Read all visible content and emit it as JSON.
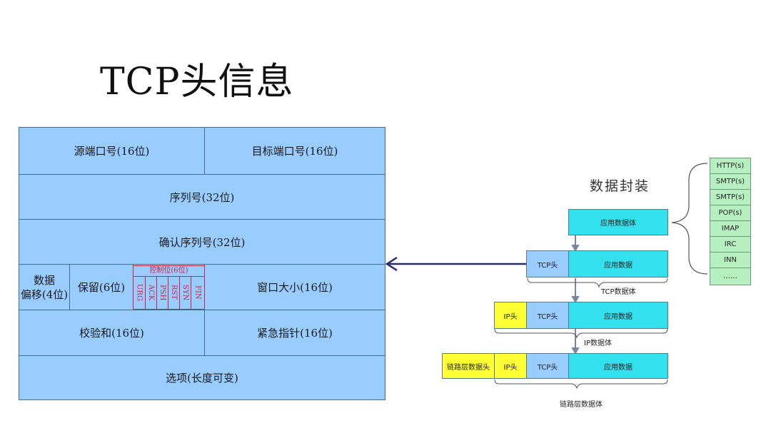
{
  "title": "TCP头信息",
  "tcp_header": {
    "source_port": "源端口号(16位)",
    "dest_port": "目标端口号(16位)",
    "sequence": "序列号(32位)",
    "ack_number": "确认序列号(32位)",
    "data_offset_line1": "数据",
    "data_offset_line2": "偏移(4位)",
    "reserved": "保留(6位)",
    "control_title": "控制位(6位)",
    "flags": [
      "URG",
      "ACK",
      "PSH",
      "RST",
      "SYN",
      "FIN"
    ],
    "window": "窗口大小(16位)",
    "checksum": "校验和(16位)",
    "urgent": "紧急指针(16位)",
    "options": "选项(长度可变)"
  },
  "encapsulation": {
    "title": "数据封装",
    "app_body": "应用数据体",
    "tcp_head": "TCP头",
    "app_data": "应用数据",
    "tcp_datagram": "TCP数据体",
    "ip_head": "IP头",
    "ip_datagram": "IP数据体",
    "link_head": "链路层数据头",
    "link_datagram": "链路层数据体"
  },
  "protocols": [
    "HTTP(s)",
    "SMTP(s)",
    "SMTP(s)",
    "POP(s)",
    "IMAP",
    "IRC",
    "INN",
    "……"
  ],
  "colors": {
    "header_field": "#99ccff",
    "app_data": "#33e0ee",
    "link_ip_head": "#ffff33",
    "protocol_box": "#b7f0c0",
    "control_bits": "#cc2244",
    "arrow": "#2a2a6a"
  }
}
